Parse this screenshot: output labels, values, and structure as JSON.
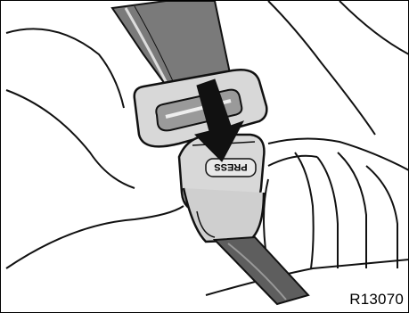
{
  "illustration": {
    "press_label": "PRESS",
    "figure_code": "R13070"
  },
  "colors": {
    "belt": "#7a7a7a",
    "buckle": "#d8d8d8",
    "outline": "#111111",
    "background": "#ffffff"
  },
  "icons": {
    "press_arrow": "down-arrow"
  }
}
